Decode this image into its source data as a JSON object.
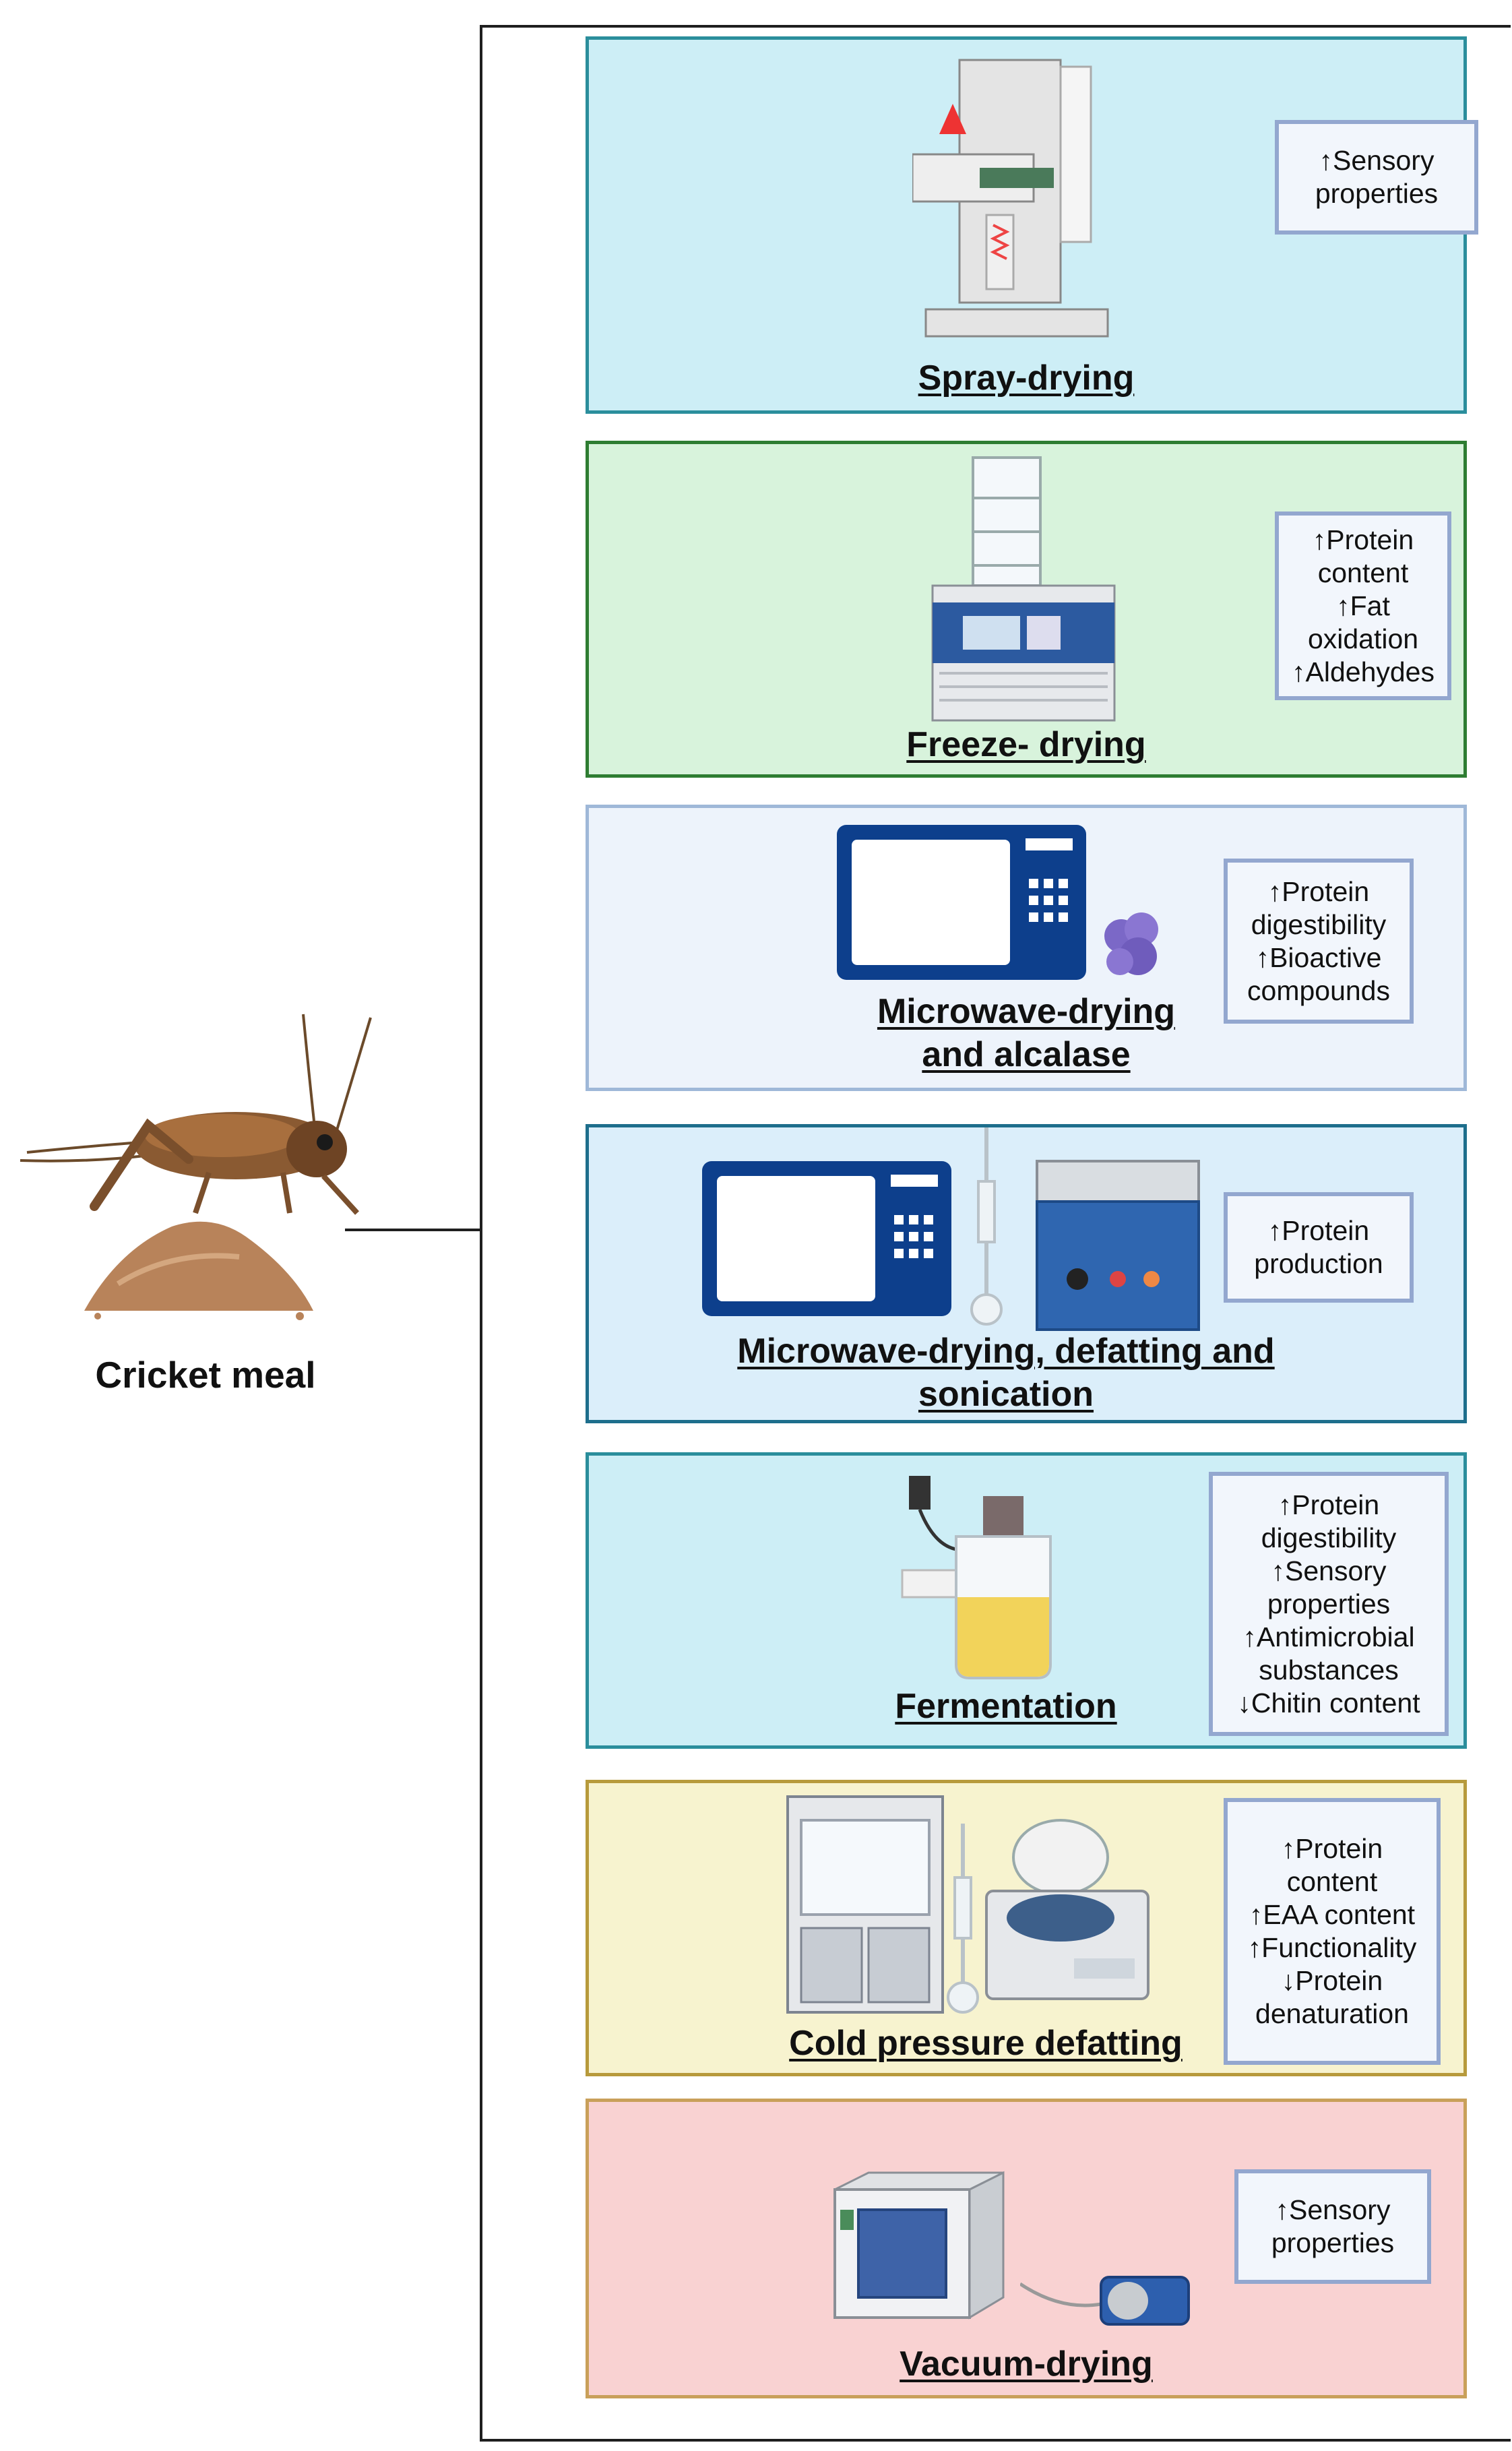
{
  "source_label": "Cricket meal",
  "panels": [
    {
      "id": "spray",
      "caption_lines": [
        "Spray-drying"
      ],
      "effects": [
        "↑Sensory",
        "properties"
      ],
      "fill": "#cdeef6",
      "stroke": "#2b8e9c"
    },
    {
      "id": "freeze",
      "caption_lines": [
        "Freeze- drying"
      ],
      "effects": [
        "↑Protein",
        "content",
        "↑Fat",
        "oxidation",
        "↑Aldehydes"
      ],
      "fill": "#d8f3dc",
      "stroke": "#2e7d32"
    },
    {
      "id": "microwave-alcalase",
      "caption_lines": [
        "Microwave-drying",
        "and alcalase"
      ],
      "effects": [
        "↑Protein",
        "digestibility",
        "↑Bioactive",
        "compounds"
      ],
      "fill": "#edf3fb",
      "stroke": "#9fb8d8"
    },
    {
      "id": "microwave-defat-sonic",
      "caption_lines": [
        "Microwave-drying, defatting and",
        "sonication"
      ],
      "effects": [
        "↑Protein",
        "production"
      ],
      "fill": "#dbeefa",
      "stroke": "#1d6e8c"
    },
    {
      "id": "fermentation",
      "caption_lines": [
        "Fermentation"
      ],
      "effects": [
        "↑Protein",
        "digestibility",
        "↑Sensory",
        "properties",
        "↑Antimicrobial",
        "substances",
        "↓Chitin content"
      ],
      "fill": "#cdeef6",
      "stroke": "#2b8e9c"
    },
    {
      "id": "cold-pressure",
      "caption_lines": [
        "Cold pressure defatting"
      ],
      "effects": [
        "↑Protein",
        "content",
        "↑EAA content",
        "↑Functionality",
        "↓Protein",
        "denaturation"
      ],
      "fill": "#f7f3cf",
      "stroke": "#b79a3c"
    },
    {
      "id": "vacuum",
      "caption_lines": [
        "Vacuum-drying"
      ],
      "effects": [
        "↑Sensory",
        "properties"
      ],
      "fill": "#f9d2d2",
      "stroke": "#c9a05a"
    }
  ],
  "icons": [
    "cricket-icon",
    "powder-pile-icon",
    "spray-dryer-icon",
    "freeze-dryer-icon",
    "microwave-icon",
    "alcalase-enzyme-icon",
    "soxhlet-extractor-icon",
    "ultrasonic-bath-icon",
    "fermenter-icon",
    "fume-hood-icon",
    "centrifuge-icon",
    "vacuum-oven-icon",
    "vacuum-pump-icon"
  ]
}
